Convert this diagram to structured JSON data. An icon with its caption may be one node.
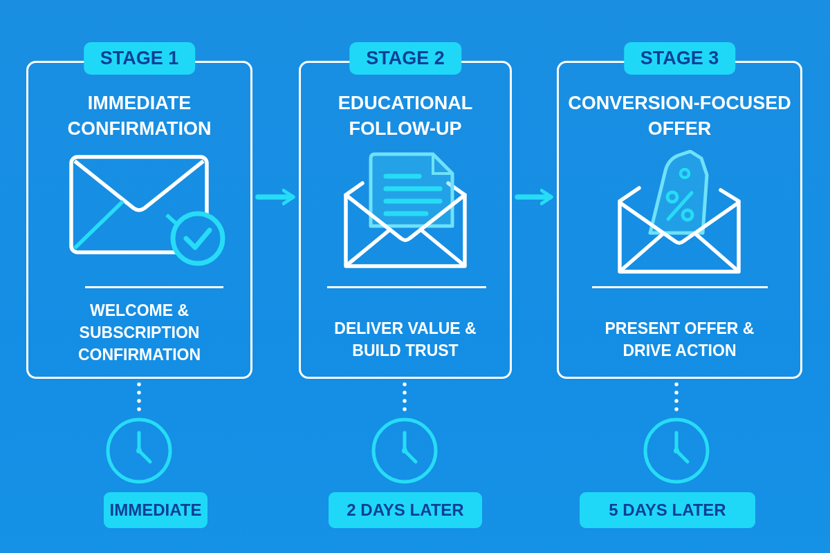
{
  "diagram": {
    "nodes": [
      {
        "text": [
          "STAGE 1",
          "IMMEDIATE CONFIRMATION",
          "WELCOME & SUBSCRIPTION CONFIRMATION"
        ]
      },
      {
        "text": [
          "STAGE 2",
          "EDUCATIONAL FOLLOW-UP",
          "DELIVER VALUE & BUILD TRUST"
        ]
      },
      {
        "text": [
          "STAGE 3",
          "CONVERSION-FOCUSED OFFER",
          "PRESENT OFFER & DRIVE ACTION"
        ]
      },
      {
        "text": [],
        "shape": "clock",
        "beside": [
          "IMMEDIATE"
        ]
      },
      {
        "text": [],
        "shape": "clock",
        "beside": [
          "2 DAYS LATER"
        ]
      },
      {
        "text": [],
        "shape": "clock",
        "beside": [
          "5 DAYS LATER"
        ]
      }
    ],
    "edges": [
      {
        "from": 0,
        "to": 1,
        "arrow": "to",
        "color": "#27dcf6"
      },
      {
        "from": 1,
        "to": 2,
        "arrow": "to",
        "color": "#27dcf6"
      },
      {
        "from": 0,
        "to": 3,
        "arrow": "none",
        "style": "dashed"
      },
      {
        "from": 1,
        "to": 4,
        "arrow": "none",
        "style": "dashed"
      },
      {
        "from": 2,
        "to": 5,
        "arrow": "none",
        "style": "dashed"
      }
    ]
  }
}
